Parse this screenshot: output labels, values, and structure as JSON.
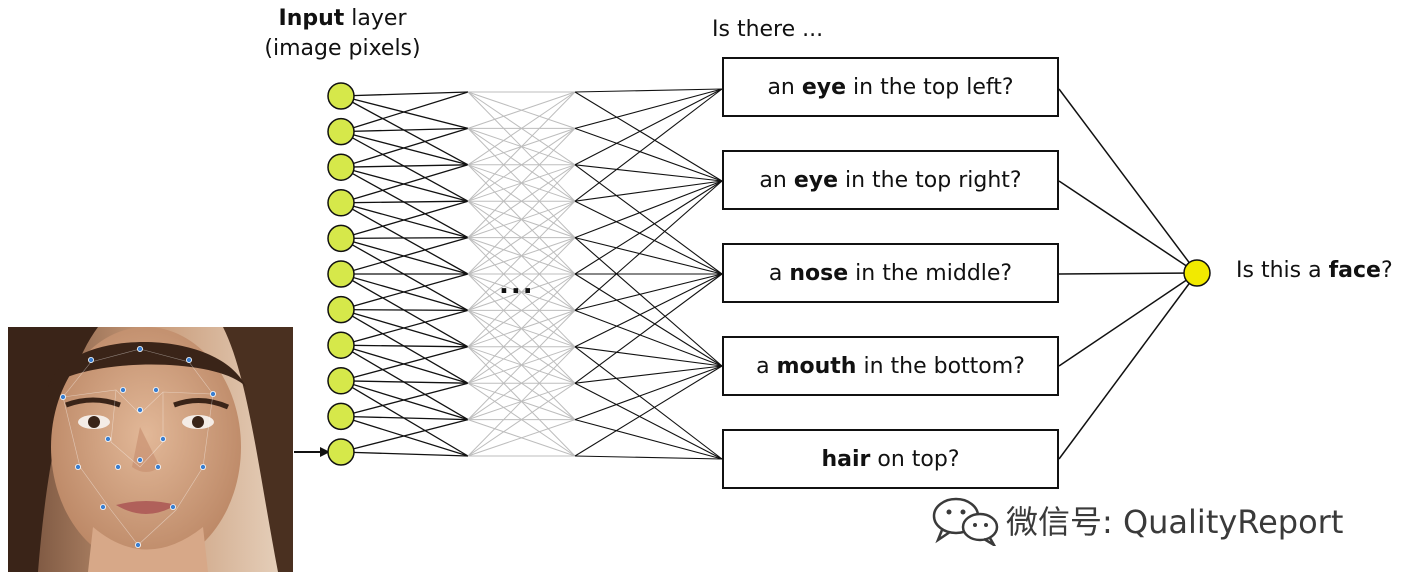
{
  "input_title": {
    "bold": "Input",
    "rest": " layer",
    "line2": "(image pixels)"
  },
  "hidden_title": "Is there ...",
  "ellipsis": "...",
  "questions": [
    {
      "pre": "an ",
      "bold": "eye",
      "post": " in the top left?"
    },
    {
      "pre": "an ",
      "bold": "eye",
      "post": " in the top right?"
    },
    {
      "pre": "a ",
      "bold": "nose",
      "post": " in the middle?"
    },
    {
      "pre": "a ",
      "bold": "mouth",
      "post": " in the bottom?"
    },
    {
      "pre": "",
      "bold": "hair",
      "post": " on top?"
    }
  ],
  "output_label": {
    "pre": "Is this a ",
    "bold": "face",
    "post": "?"
  },
  "watermark": "微信号: QualityReport",
  "colors": {
    "input_node": "#d6e84a",
    "output_node": "#f2ea00",
    "dark_edge": "#111111",
    "light_edge": "#bdbdbd",
    "landmark": "#3b7fd0"
  },
  "input_node_count": 11
}
